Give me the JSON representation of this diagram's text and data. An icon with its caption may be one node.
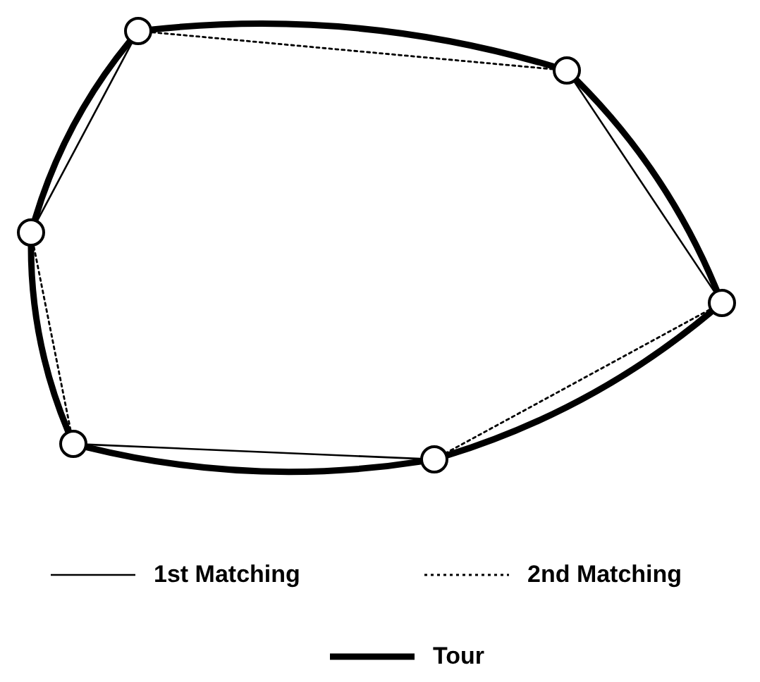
{
  "diagram": {
    "nodes": [
      {
        "text": [],
        "shape": "circle"
      },
      {
        "text": [],
        "shape": "circle"
      },
      {
        "text": [],
        "shape": "circle"
      },
      {
        "text": [],
        "shape": "circle"
      },
      {
        "text": [],
        "shape": "circle"
      },
      {
        "text": [],
        "shape": "circle"
      }
    ],
    "edges": [
      {
        "from": 0,
        "to": 1,
        "arrow": "none",
        "style": "thick"
      },
      {
        "from": 1,
        "to": 2,
        "arrow": "none",
        "style": "thick"
      },
      {
        "from": 2,
        "to": 3,
        "arrow": "none",
        "style": "thick"
      },
      {
        "from": 3,
        "to": 4,
        "arrow": "none",
        "style": "thick"
      },
      {
        "from": 4,
        "to": 5,
        "arrow": "none",
        "style": "thick"
      },
      {
        "from": 5,
        "to": 0,
        "arrow": "none",
        "style": "thick"
      },
      {
        "from": 0,
        "to": 5,
        "arrow": "none"
      },
      {
        "from": 1,
        "to": 2,
        "arrow": "none"
      },
      {
        "from": 3,
        "to": 4,
        "arrow": "none"
      },
      {
        "from": 0,
        "to": 1,
        "arrow": "none",
        "style": "dashed"
      },
      {
        "from": 2,
        "to": 3,
        "arrow": "none",
        "style": "dashed"
      },
      {
        "from": 4,
        "to": 5,
        "arrow": "none",
        "style": "dashed"
      }
    ],
    "legend": [
      {
        "text": "1st Matching"
      },
      {
        "text": "2nd Matching"
      },
      {
        "text": "Tour"
      }
    ]
  }
}
